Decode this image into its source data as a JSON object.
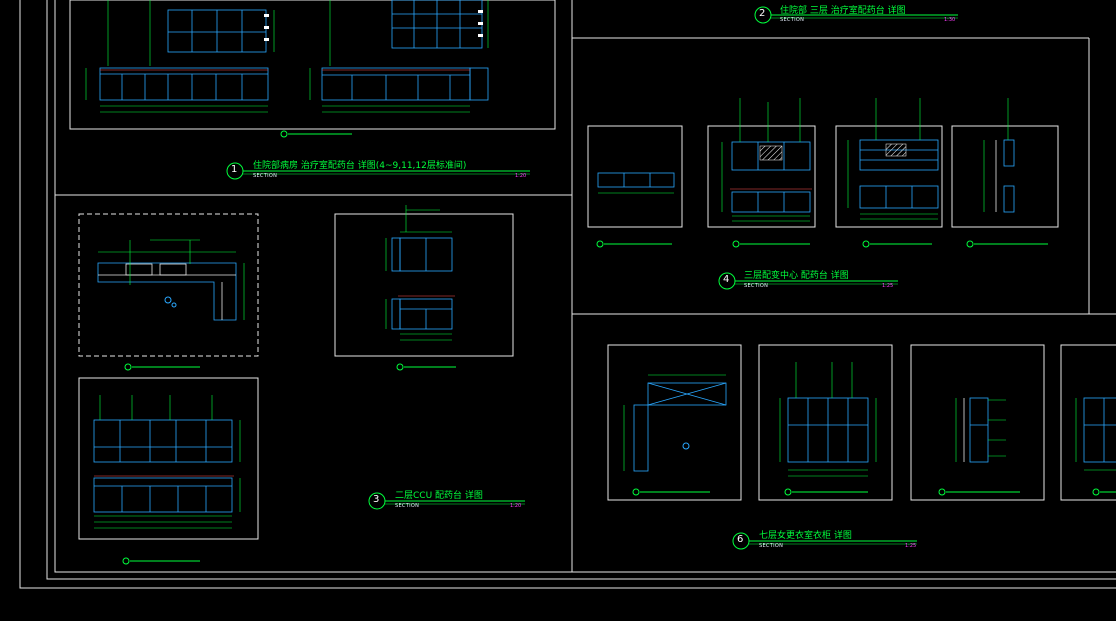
{
  "colors": {
    "background": "#000000",
    "frame": "#e6e6e6",
    "cabinet": "#2aa8ff",
    "dimension": "#00ff3c",
    "note": "#b9ff4f",
    "scale": "#ff3cff"
  },
  "drawings": [
    {
      "number": "1",
      "title": "住院部病房 治疗室配药台 详图(4~9,11,12层标准间)",
      "section": "SECTION",
      "scale": "1:20"
    },
    {
      "number": "2",
      "title": "住院部 三层 治疗室配药台 详图",
      "section": "SECTION",
      "scale": "1:30"
    },
    {
      "number": "3",
      "title": "二层CCU 配药台 详图",
      "section": "SECTION",
      "scale": "1:20"
    },
    {
      "number": "4",
      "title": "三层配变中心 配药台 详图",
      "section": "SECTION",
      "scale": "1:25"
    },
    {
      "number": "6",
      "title": "七层女更衣室衣柜 详图",
      "section": "SECTION",
      "scale": "1:25"
    }
  ]
}
